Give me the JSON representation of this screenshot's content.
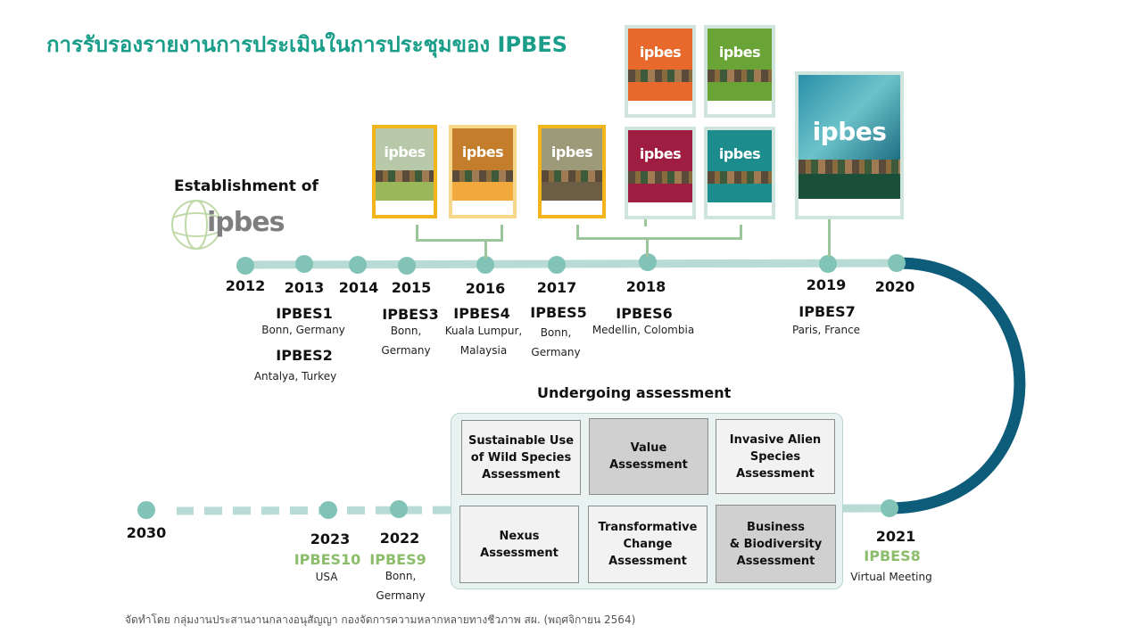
{
  "title": "การรับรองรายงานการประเมินในการประชุมของ IPBES",
  "establishment": {
    "label": "Establishment of",
    "logo_text": "ipbes"
  },
  "cover_brand": "ipbes",
  "timeline_years": {
    "y2012": "2012",
    "y2013": "2013",
    "y2014": "2014",
    "y2015": "2015",
    "y2016": "2016",
    "y2017": "2017",
    "y2018": "2018",
    "y2019": "2019",
    "y2020": "2020",
    "y2021": "2021",
    "y2022": "2022",
    "y2023": "2023",
    "y2030": "2030"
  },
  "meetings": {
    "ipbes1": {
      "name": "IPBES1",
      "location": "Bonn, Germany"
    },
    "ipbes2": {
      "name": "IPBES2",
      "location": "Antalya, Turkey"
    },
    "ipbes3": {
      "name": "IPBES3",
      "location": "Bonn, Germany"
    },
    "ipbes4": {
      "name": "IPBES4",
      "location": "Kuala Lumpur, Malaysia"
    },
    "ipbes5": {
      "name": "IPBES5",
      "location": "Bonn, Germany"
    },
    "ipbes6": {
      "name": "IPBES6",
      "location": "Medellin, Colombia"
    },
    "ipbes7": {
      "name": "IPBES7",
      "location": "Paris, France"
    },
    "ipbes8": {
      "name": "IPBES8",
      "location": "Virtual Meeting"
    },
    "ipbes9": {
      "name": "IPBES9",
      "location": "Bonn, Germany"
    },
    "ipbes10": {
      "name": "IPBES10",
      "location": "USA"
    }
  },
  "ongoing": {
    "title": "Undergoing assessment",
    "boxes": [
      {
        "label": "Sustainable Use\nof Wild Species\nAssessment",
        "shade": "light"
      },
      {
        "label": "Value\nAssessment",
        "shade": "dark"
      },
      {
        "label": "Invasive Alien\nSpecies\nAssessment",
        "shade": "light"
      },
      {
        "label": "Nexus\nAssessment",
        "shade": "light"
      },
      {
        "label": "Transformative\nChange\nAssessment",
        "shade": "light"
      },
      {
        "label": "Business\n& Biodiversity\nAssessment",
        "shade": "dark"
      }
    ]
  },
  "colors": {
    "title": "#1a9e8a",
    "timeline_line": "#b8dcd5",
    "node": "#82c3b8",
    "curve": "#0d5c7a",
    "upcoming_meeting": "#8bbd6a",
    "cover_border_gold": "#f2b51c",
    "cover_border_mint": "#cfe4dd"
  },
  "footer": "จัดทำโดย กลุ่มงานประสานงานกลางอนุสัญญา กองจัดการความหลากหลายทางชีวภาพ สผ. (พฤศจิกายน 2564)"
}
